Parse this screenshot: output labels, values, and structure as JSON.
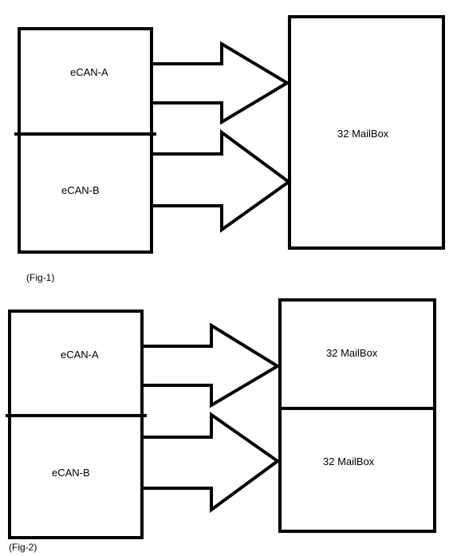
{
  "fig1": {
    "block_top": "eCAN-A",
    "block_bottom": "eCAN-B",
    "mailbox": "32 MailBox",
    "caption": "(Fig-1)"
  },
  "fig2": {
    "block_top": "eCAN-A",
    "block_bottom": "eCAN-B",
    "mailbox_top": "32 MailBox",
    "mailbox_bottom": "32 MailBox",
    "caption": "(Fig-2)"
  },
  "colors": {
    "stroke": "#000000",
    "background": "#ffffff"
  }
}
